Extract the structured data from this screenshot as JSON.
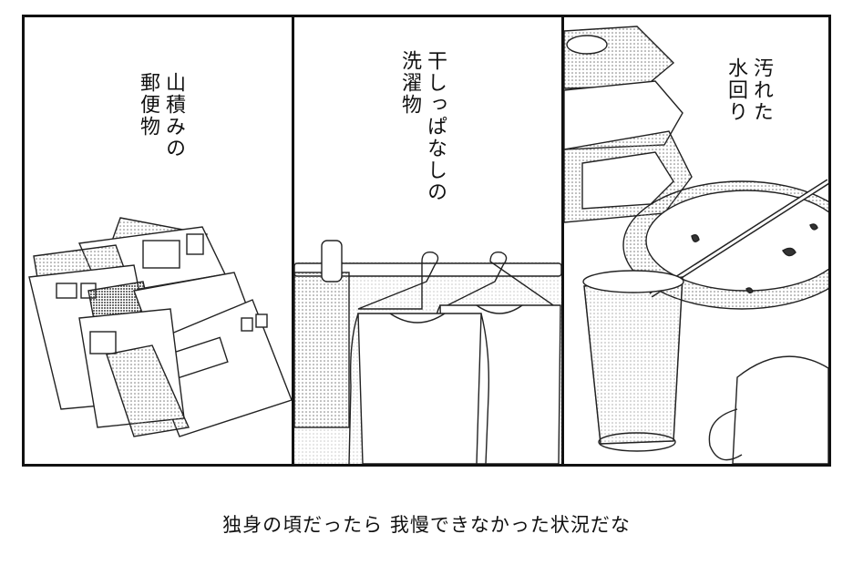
{
  "panels": [
    {
      "caption": "山積みの\n郵便物"
    },
    {
      "caption": "干しっぱなしの\n洗濯物"
    },
    {
      "caption": "汚れた\n水回り"
    }
  ],
  "bottom_caption": "独身の頃だったら 我慢できなかった状況だな"
}
